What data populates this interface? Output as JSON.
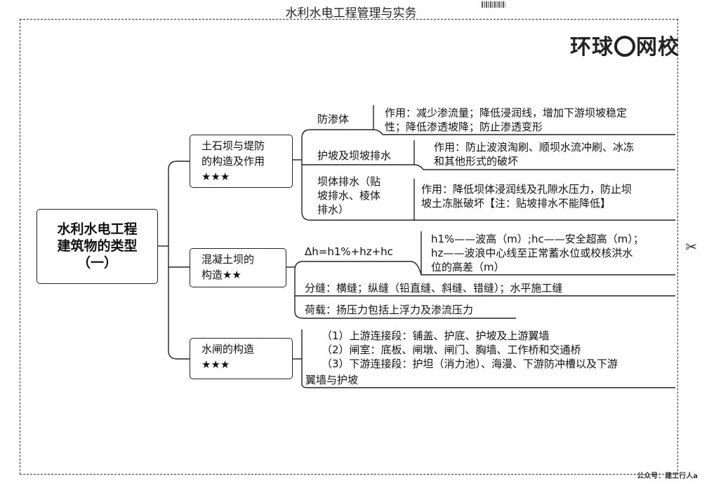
{
  "header": {
    "title": "水利水电工程管理与实务"
  },
  "logo": {
    "text_left": "环球",
    "text_right": "网校"
  },
  "root": {
    "line1": "水利水电工程",
    "line2": "建筑物的类型",
    "line3": "（一）"
  },
  "categories": [
    {
      "line1": "土石坝与堤防",
      "line2": "的构造及作用",
      "stars": "★★★"
    },
    {
      "line1": "混凝土坝的",
      "line2": "构造★★"
    },
    {
      "line1": "水闸的构造",
      "line2": "★★★"
    }
  ],
  "earth_dam": {
    "seepage": {
      "label": "防渗体",
      "desc1": "作用：减少渗流量；降低浸润线，增加下游坝坡稳定",
      "desc2": "性；降低渗透坡降；防止渗透变形"
    },
    "slope": {
      "label": "护坡及坝坡排水",
      "desc1": "作用：防止波浪淘刷、顺坝水流冲刷、冰冻",
      "desc2": "和其他形式的破坏"
    },
    "drain": {
      "line1": "坝体排水（贴",
      "line2": "坡排水、棱体",
      "line3": "排水）",
      "desc1": "作用：降低坝体浸润线及孔隙水压力，防止坝",
      "desc2": "坡土冻胀破坏【注：贴坡排水不能降低】"
    }
  },
  "concrete_dam": {
    "formula": "Δh=h1%+hz+hc",
    "def1": "h1%——波高（m）;hc——安全超高（m）；",
    "def2": "hz——波浪中心线至正常蓄水位或校核洪水",
    "def3": "位的高差（m）",
    "joints": "分缝：横缝；纵缝（铅直缝、斜缝、错缝）；水平施工缝",
    "loads": "荷载：扬压力包括上浮力及渗流压力"
  },
  "sluice": {
    "item1": "（1）上游连接段：铺盖、护底、护坡及上游翼墙",
    "item2": "（2）闸室：底板、闸墩、闸门、胸墙、工作桥和交通桥",
    "item3a": "（3）下游连接段：护坦（消力池）、海漫、下游防冲槽以及下游",
    "item3b": "翼墙与护坡"
  },
  "footer": {
    "text": "公众号：建工行人a"
  }
}
